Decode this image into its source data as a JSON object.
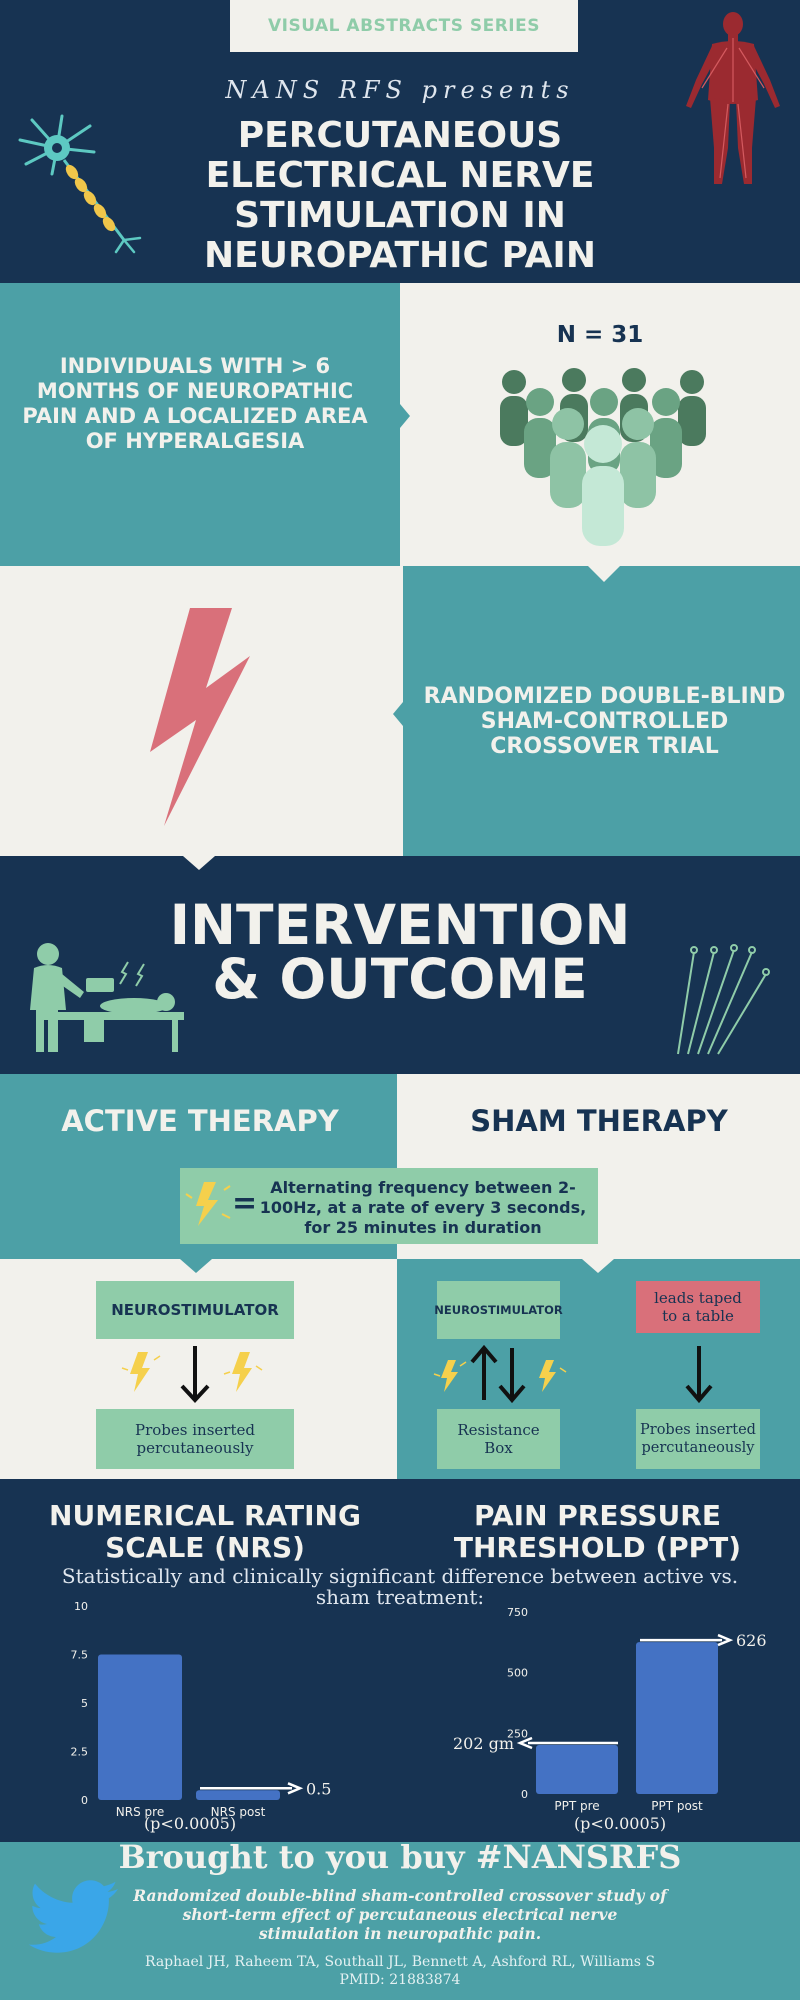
{
  "header": {
    "series_label": "VISUAL ABSTRACTS SERIES",
    "presents": "NANS RFS presents",
    "title": "PERCUTANEOUS ELECTRICAL NERVE STIMULATION IN NEUROPATHIC PAIN"
  },
  "population": {
    "description": "INDIVIDUALS WITH > 6 MONTHS OF NEUROPATHIC PAIN AND A LOCALIZED AREA OF HYPERALGESIA",
    "n_label": "N = 31"
  },
  "design": {
    "label": "RANDOMIZED DOUBLE-BLIND SHAM-CONTROLLED CROSSOVER TRIAL"
  },
  "intervention": {
    "title": "INTERVENTION & OUTCOME",
    "active_label": "ACTIVE THERAPY",
    "sham_label": "SHAM THERAPY",
    "frequency_text": "Alternating frequency between 2-100Hz, at a rate of every 3 seconds, for 25 minutes in duration",
    "equals": "=",
    "active_device": "NEUROSTIMULATOR",
    "active_result": "Probes inserted percutaneously",
    "sham_device": "NEUROSTIMULATOR",
    "sham_box": "Resistance Box",
    "sham_leads": "leads taped to a table",
    "sham_result": "Probes inserted percutaneously"
  },
  "outcomes": {
    "nrs_title": "NUMERICAL RATING SCALE (NRS)",
    "ppt_title": "PAIN PRESSURE THRESHOLD (PPT)",
    "statement": "Statistically and clinically significant difference between active vs. sham treatment:",
    "nrs_pvalue": "(p<0.0005)",
    "ppt_pvalue": "(p<0.0005)",
    "nrs_post_label": "0.5",
    "ppt_pre_label": "202 gm",
    "ppt_post_label": "626 gm"
  },
  "chart_data": [
    {
      "type": "bar",
      "categories": [
        "NRS pre",
        "NRS post"
      ],
      "values": [
        7.5,
        0.5
      ],
      "ylim": [
        0,
        10
      ],
      "yticks": [
        "0",
        "2.5",
        "5",
        "7.5",
        "10"
      ],
      "annotations": [
        "0.5"
      ],
      "color": "#4472c4"
    },
    {
      "type": "bar",
      "categories": [
        "PPT pre",
        "PPT post"
      ],
      "values": [
        202,
        626
      ],
      "ylim": [
        0,
        750
      ],
      "yticks": [
        "0",
        "250",
        "500",
        "750"
      ],
      "annotations": [
        "202 gm",
        "626 gm"
      ],
      "color": "#4472c4"
    }
  ],
  "footer": {
    "title": "Brought to you buy #NANSRFS",
    "subtitle": "Randomized double-blind sham-controlled crossover study of short-term effect of percutaneous electrical nerve stimulation in neuropathic pain.",
    "authors": "Raphael JH, Raheem TA, Southall JL, Bennett A, Ashford RL, Williams S",
    "pmid": "PMID: 21883874"
  },
  "colors": {
    "navy": "#173352",
    "teal": "#4ca0a6",
    "cream": "#f2f1ec",
    "mint": "#8fcca9",
    "bolt_red": "#d9707a",
    "bar_blue": "#4472c4",
    "spark_yellow": "#f5d04c"
  },
  "icons": [
    "neuron-icon",
    "human-body-icon",
    "crowd-icon",
    "lightning-bolt-icon",
    "clinician-patient-icon",
    "needles-icon",
    "spark-icon",
    "twitter-bird-icon"
  ]
}
